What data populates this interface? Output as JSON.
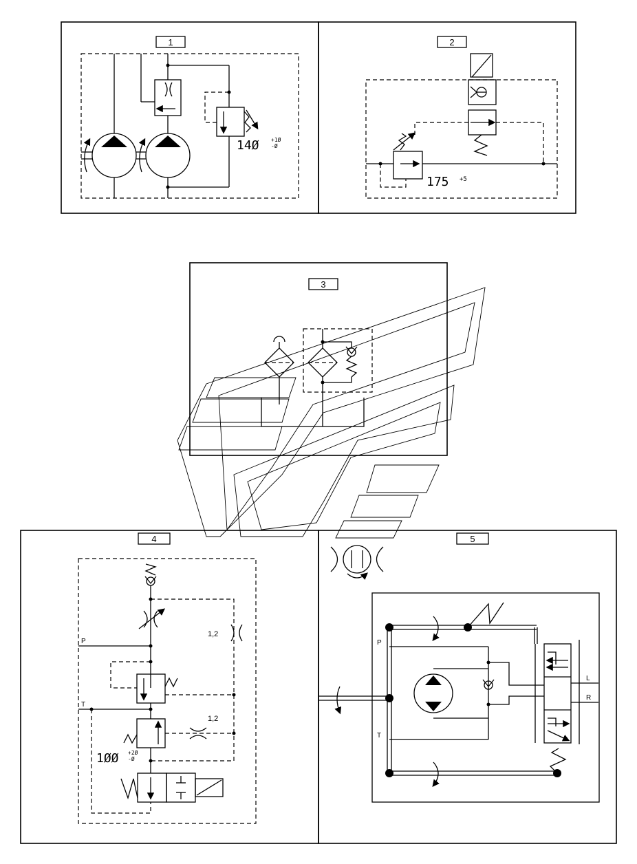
{
  "panels": [
    {
      "number": "1",
      "setting": "14Ø",
      "tol_upper": "+1Ø",
      "tol_lower": "-Ø"
    },
    {
      "number": "2",
      "setting": "175",
      "tol_upper": "+5"
    },
    {
      "number": "3"
    },
    {
      "number": "4",
      "port_p": "P",
      "port_t": "T",
      "orifice_label_1": "1,2",
      "orifice_label_2": "1,2",
      "setting": "1ØØ",
      "tol_upper": "+2Ø",
      "tol_lower": "-Ø"
    },
    {
      "number": "5",
      "port_p": "P",
      "port_t": "T",
      "port_l": "L",
      "port_r": "R"
    }
  ]
}
